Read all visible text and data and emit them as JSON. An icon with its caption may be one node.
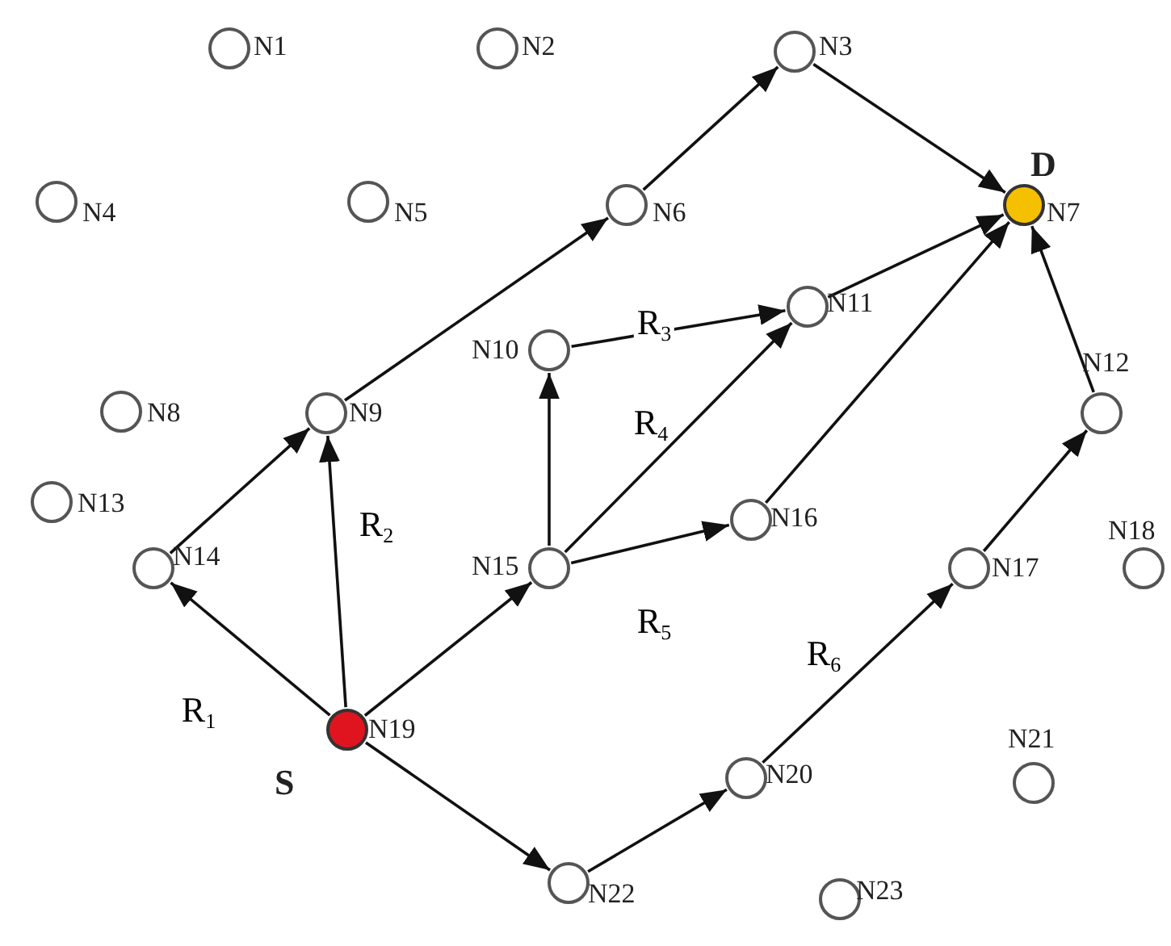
{
  "diagram": {
    "nodes": [
      {
        "text": [],
        "shape": "circle",
        "beside": [
          "N1"
        ]
      },
      {
        "text": [],
        "shape": "circle",
        "beside": [
          "N2"
        ]
      },
      {
        "text": [],
        "shape": "circle",
        "beside": [
          "N3"
        ]
      },
      {
        "text": [],
        "shape": "circle",
        "beside": [
          "N4"
        ]
      },
      {
        "text": [],
        "shape": "circle",
        "beside": [
          "N5"
        ]
      },
      {
        "text": [],
        "shape": "circle",
        "beside": [
          "N6"
        ]
      },
      {
        "text": [],
        "shape": "circle",
        "beside": [
          "D",
          "N7"
        ]
      },
      {
        "text": [],
        "shape": "circle",
        "beside": [
          "N8"
        ]
      },
      {
        "text": [],
        "shape": "circle",
        "beside": [
          "N9"
        ]
      },
      {
        "text": [],
        "shape": "circle",
        "beside": [
          "N10"
        ]
      },
      {
        "text": [],
        "shape": "circle",
        "beside": [
          "N11"
        ]
      },
      {
        "text": [],
        "shape": "circle",
        "beside": [
          "N12"
        ]
      },
      {
        "text": [],
        "shape": "circle",
        "beside": [
          "N13"
        ]
      },
      {
        "text": [],
        "shape": "circle",
        "beside": [
          "N14"
        ]
      },
      {
        "text": [],
        "shape": "circle",
        "beside": [
          "N15"
        ]
      },
      {
        "text": [],
        "shape": "circle",
        "beside": [
          "N16"
        ]
      },
      {
        "text": [],
        "shape": "circle",
        "beside": [
          "N17"
        ]
      },
      {
        "text": [],
        "shape": "circle",
        "beside": [
          "N18"
        ]
      },
      {
        "text": [],
        "shape": "circle",
        "beside": [
          "N19",
          "S"
        ]
      },
      {
        "text": [],
        "shape": "circle",
        "beside": [
          "N20"
        ]
      },
      {
        "text": [],
        "shape": "circle",
        "beside": [
          "N21"
        ]
      },
      {
        "text": [],
        "shape": "circle",
        "beside": [
          "N22"
        ]
      },
      {
        "text": [],
        "shape": "circle",
        "beside": [
          "N23"
        ]
      }
    ],
    "edges": [
      {
        "from": 18,
        "to": 13,
        "arrow": "to",
        "label": "R$_{1}$"
      },
      {
        "from": 13,
        "to": 8,
        "arrow": "to"
      },
      {
        "from": 18,
        "to": 8,
        "arrow": "to",
        "label": "R$_{2}$"
      },
      {
        "from": 8,
        "to": 5,
        "arrow": "to"
      },
      {
        "from": 5,
        "to": 2,
        "arrow": "to"
      },
      {
        "from": 2,
        "to": 6,
        "arrow": "to"
      },
      {
        "from": 18,
        "to": 14,
        "arrow": "to"
      },
      {
        "from": 14,
        "to": 9,
        "arrow": "to"
      },
      {
        "from": 9,
        "to": 10,
        "arrow": "to",
        "label": "R$_{3}$"
      },
      {
        "from": 14,
        "to": 10,
        "arrow": "to",
        "label": "R$_{4}$"
      },
      {
        "from": 10,
        "to": 6,
        "arrow": "to"
      },
      {
        "from": 14,
        "to": 15,
        "arrow": "to",
        "label": "R$_{5}$"
      },
      {
        "from": 15,
        "to": 6,
        "arrow": "to"
      },
      {
        "from": 18,
        "to": 21,
        "arrow": "to"
      },
      {
        "from": 21,
        "to": 19,
        "arrow": "to"
      },
      {
        "from": 19,
        "to": 16,
        "arrow": "to",
        "label": "R$_{6}$"
      },
      {
        "from": 16,
        "to": 11,
        "arrow": "to"
      },
      {
        "from": 11,
        "to": 6,
        "arrow": "to"
      }
    ]
  }
}
